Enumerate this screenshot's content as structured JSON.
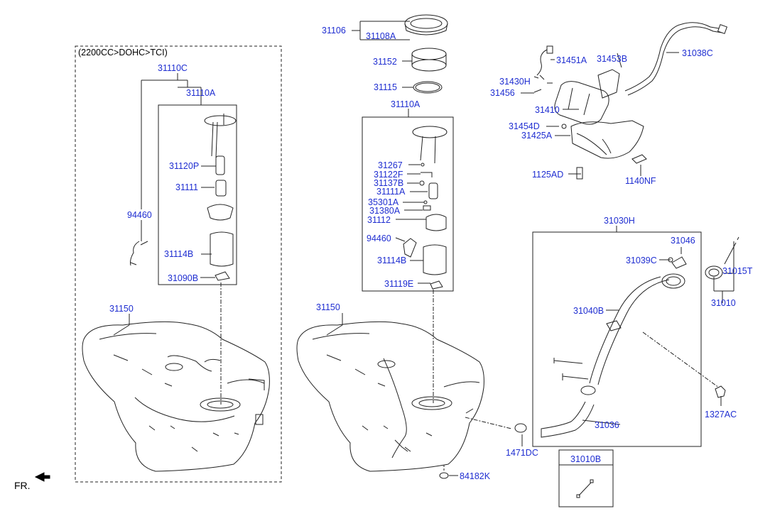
{
  "variant_note": "(2200CC>DOHC>TCI)",
  "fr_label": "FR.",
  "left_assembly": {
    "l31110C": "31110C",
    "l31110A": "31110A",
    "l94460": "94460",
    "l31120P": "31120P",
    "l31111": "31111",
    "l31114B": "31114B",
    "l31090B": "31090B",
    "l31150": "31150"
  },
  "center_assembly": {
    "l31106": "31106",
    "l31108A": "31108A",
    "l31152": "31152",
    "l31115": "31115",
    "l31110A": "31110A",
    "l31267": "31267",
    "l31122F": "31122F",
    "l31137B": "31137B",
    "l31111A": "31111A",
    "l35301A": "35301A",
    "l31380A": "31380A",
    "l31112": "31112",
    "l94460": "94460",
    "l31114B": "31114B",
    "l31119E": "31119E",
    "l31150": "31150",
    "l1471DC": "1471DC",
    "l84182K": "84182K"
  },
  "canister": {
    "l31451A": "31451A",
    "l31453B": "31453B",
    "l31038C": "31038C",
    "l31430H": "31430H",
    "l31456": "31456",
    "l31410": "31410",
    "l31454D": "31454D",
    "l31425A": "31425A",
    "l1125AD": "1125AD",
    "l1140NF": "1140NF"
  },
  "filler": {
    "l31030H": "31030H",
    "l31046": "31046",
    "l31039C": "31039C",
    "l31015T": "31015T",
    "l31010": "31010",
    "l31040B": "31040B",
    "l31036": "31036",
    "l1327AC": "1327AC",
    "l31010B": "31010B"
  }
}
